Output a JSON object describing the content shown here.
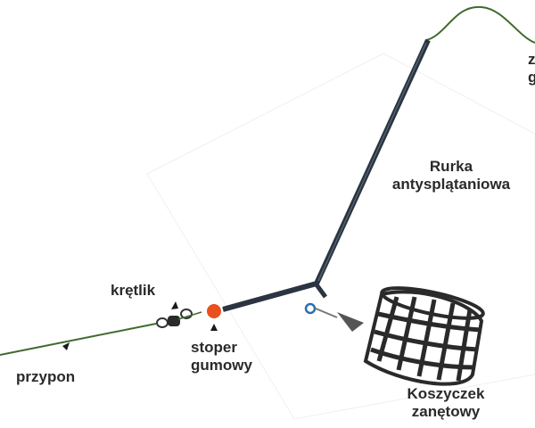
{
  "labels": {
    "przypon": "przypon",
    "kretlik": "krętlik",
    "stoper_line1": "stoper",
    "stoper_line2": "gumowy",
    "rurka_line1": "Rurka",
    "rurka_line2": "antysplątaniowa",
    "koszyczek_line1": "Koszyczek",
    "koszyczek_line2": "zanętowy",
    "cut_line1": "z",
    "cut_line2": "g"
  },
  "colors": {
    "line": "#3f6b2e",
    "tube": "#2b3440",
    "stopper": "#e8501e",
    "swivel": "#333333",
    "feeder": "#2a2a2a",
    "text": "#2a2a2a"
  }
}
